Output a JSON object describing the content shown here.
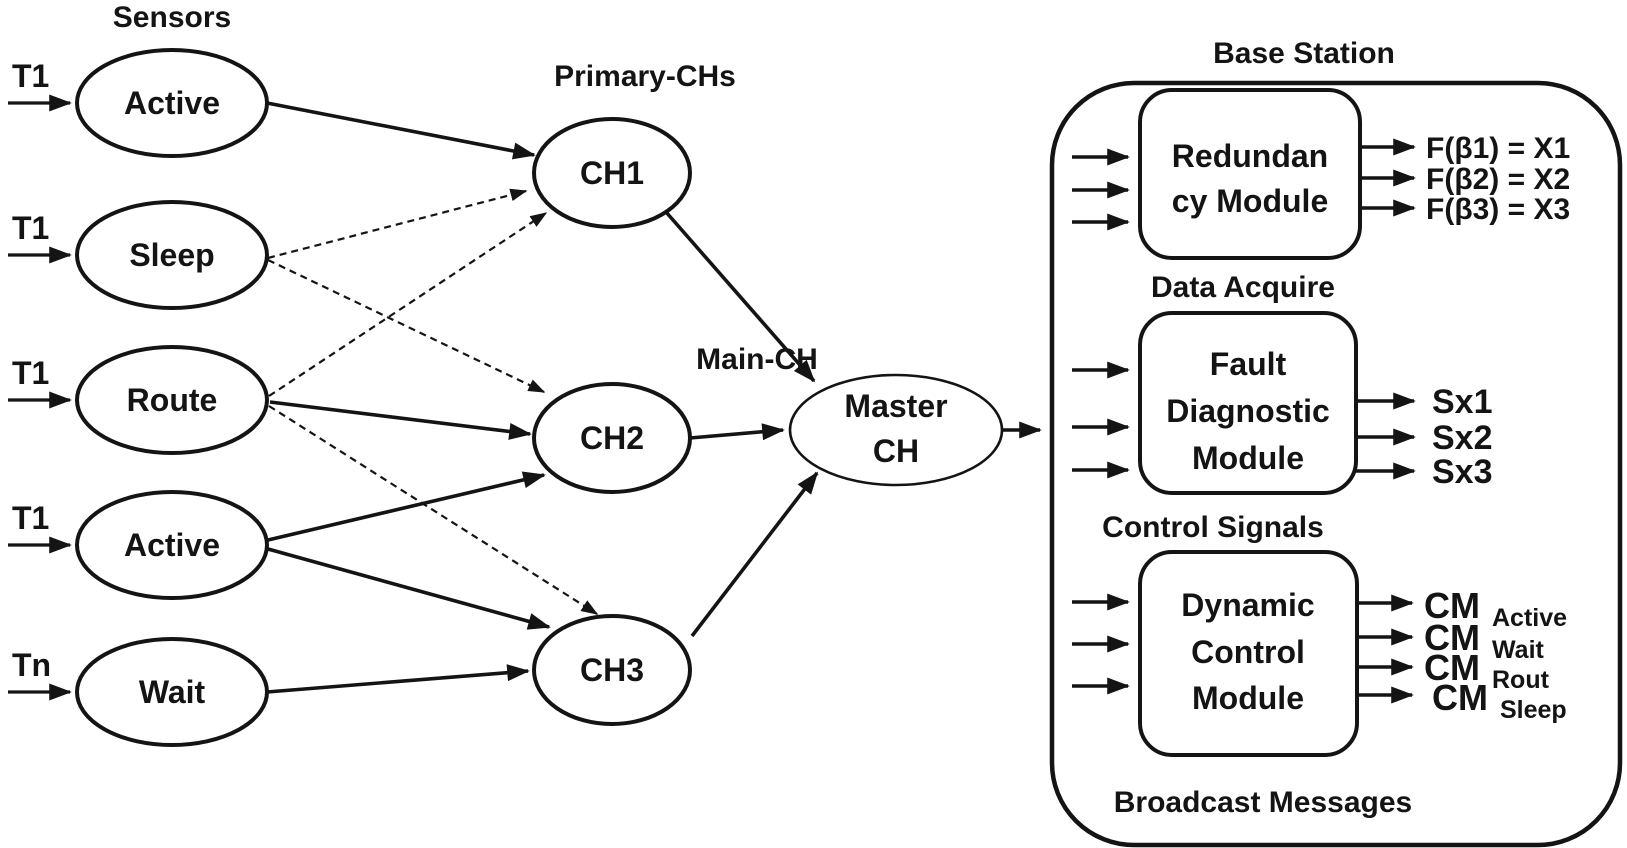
{
  "titles": {
    "sensors": "Sensors",
    "primary_chs": "Primary-CHs",
    "main_ch": "Main-CH",
    "base_station": "Base Station"
  },
  "sensors": [
    {
      "input": "T1",
      "state": "Active"
    },
    {
      "input": "T1",
      "state": "Sleep"
    },
    {
      "input": "T1",
      "state": "Route"
    },
    {
      "input": "T1",
      "state": "Active"
    },
    {
      "input": "Tn",
      "state": "Wait"
    }
  ],
  "cluster_heads": [
    "CH1",
    "CH2",
    "CH3"
  ],
  "master_ch": {
    "line1": "Master",
    "line2": "CH"
  },
  "base_station": {
    "modules": [
      {
        "name_lines": [
          "Redundan",
          "cy Module"
        ],
        "outputs": [
          "F(β1) = X1",
          "F(β2) = X2",
          "F(β3) = X3"
        ],
        "caption": "Data Acquire"
      },
      {
        "name_lines": [
          "Fault",
          "Diagnostic",
          "Module"
        ],
        "outputs": [
          "Sx1",
          "Sx2",
          "Sx3"
        ],
        "caption": "Control Signals"
      },
      {
        "name_lines": [
          "Dynamic",
          "Control",
          "Module"
        ],
        "outputs_cm": [
          {
            "cm": "CM",
            "mode": "Active"
          },
          {
            "cm": "CM",
            "mode": "Wait"
          },
          {
            "cm": "CM",
            "mode": "Rout"
          },
          {
            "cm": "CM",
            "mode": "Sleep"
          }
        ],
        "caption": "Broadcast Messages"
      }
    ]
  },
  "edges": [
    {
      "from": "sensor-active-1",
      "to": "CH1",
      "style": "solid"
    },
    {
      "from": "sensor-sleep",
      "to": "CH1",
      "style": "dashed"
    },
    {
      "from": "sensor-sleep",
      "to": "CH2",
      "style": "dashed"
    },
    {
      "from": "sensor-route",
      "to": "CH1",
      "style": "dashed"
    },
    {
      "from": "sensor-route",
      "to": "CH2",
      "style": "solid"
    },
    {
      "from": "sensor-route",
      "to": "CH3",
      "style": "dashed"
    },
    {
      "from": "sensor-active-2",
      "to": "CH2",
      "style": "solid"
    },
    {
      "from": "sensor-active-2",
      "to": "CH3",
      "style": "solid"
    },
    {
      "from": "sensor-wait",
      "to": "CH3",
      "style": "solid"
    },
    {
      "from": "CH1",
      "to": "Master CH",
      "style": "solid"
    },
    {
      "from": "CH2",
      "to": "Master CH",
      "style": "solid"
    },
    {
      "from": "CH3",
      "to": "Master CH",
      "style": "solid"
    },
    {
      "from": "Master CH",
      "to": "Base Station",
      "style": "solid"
    }
  ],
  "colors": {
    "ink": "#141414",
    "background": "#ffffff"
  }
}
